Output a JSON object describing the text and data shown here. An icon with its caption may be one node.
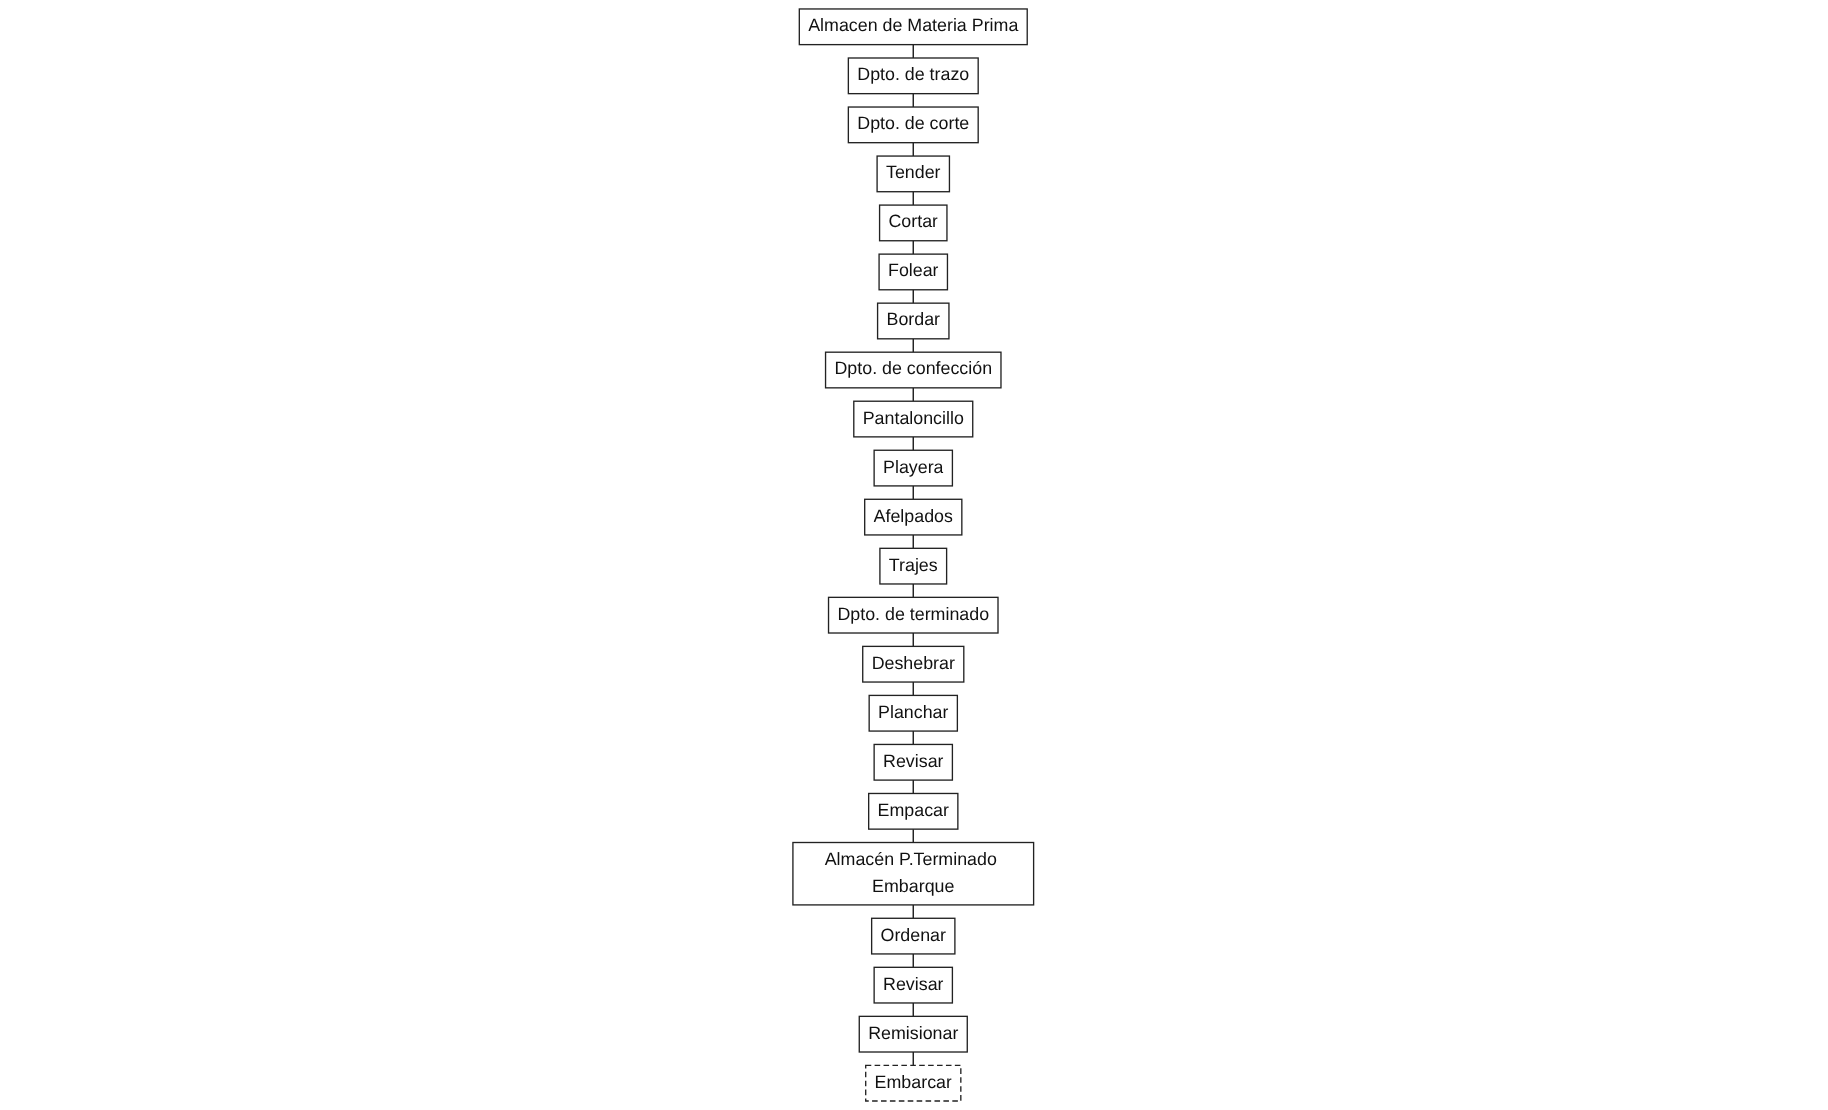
{
  "diagram": {
    "nodes": [
      {
        "text": [
          "Almacen de Materia Prima"
        ]
      },
      {
        "text": [
          "Dpto. de trazo"
        ]
      },
      {
        "text": [
          "Dpto. de corte"
        ]
      },
      {
        "text": [
          "Tender"
        ]
      },
      {
        "text": [
          "Cortar"
        ]
      },
      {
        "text": [
          "Folear"
        ]
      },
      {
        "text": [
          "Bordar"
        ]
      },
      {
        "text": [
          "Dpto. de confección"
        ]
      },
      {
        "text": [
          "Pantaloncillo"
        ]
      },
      {
        "text": [
          "Playera"
        ]
      },
      {
        "text": [
          "Afelpados"
        ]
      },
      {
        "text": [
          "Trajes"
        ]
      },
      {
        "text": [
          "Dpto. de terminado"
        ]
      },
      {
        "text": [
          "Deshebrar"
        ]
      },
      {
        "text": [
          "Planchar"
        ]
      },
      {
        "text": [
          "Revisar"
        ]
      },
      {
        "text": [
          "Empacar"
        ]
      },
      {
        "text": [
          "Almacén P.Terminado Embarque"
        ]
      },
      {
        "text": [
          "Ordenar"
        ]
      },
      {
        "text": [
          "Revisar"
        ]
      },
      {
        "text": [
          "Remisionar"
        ]
      },
      {
        "text": [
          "Embarcar"
        ]
      }
    ],
    "edges": [
      {
        "from": 0,
        "to": 1,
        "arrow": "none"
      },
      {
        "from": 1,
        "to": 2,
        "arrow": "none"
      },
      {
        "from": 2,
        "to": 3,
        "arrow": "none"
      },
      {
        "from": 3,
        "to": 4,
        "arrow": "none"
      },
      {
        "from": 4,
        "to": 5,
        "arrow": "none"
      },
      {
        "from": 5,
        "to": 6,
        "arrow": "none"
      },
      {
        "from": 6,
        "to": 7,
        "arrow": "none"
      },
      {
        "from": 7,
        "to": 8,
        "arrow": "none"
      },
      {
        "from": 8,
        "to": 9,
        "arrow": "none"
      },
      {
        "from": 9,
        "to": 10,
        "arrow": "none"
      },
      {
        "from": 10,
        "to": 11,
        "arrow": "none"
      },
      {
        "from": 11,
        "to": 12,
        "arrow": "none"
      },
      {
        "from": 12,
        "to": 13,
        "arrow": "none"
      },
      {
        "from": 13,
        "to": 14,
        "arrow": "none"
      },
      {
        "from": 14,
        "to": 15,
        "arrow": "none"
      },
      {
        "from": 15,
        "to": 16,
        "arrow": "none"
      },
      {
        "from": 16,
        "to": 17,
        "arrow": "none"
      },
      {
        "from": 17,
        "to": 18,
        "arrow": "none"
      },
      {
        "from": 18,
        "to": 19,
        "arrow": "none"
      },
      {
        "from": 19,
        "to": 20,
        "arrow": "none"
      },
      {
        "from": 20,
        "to": 21,
        "arrow": "none"
      }
    ]
  }
}
